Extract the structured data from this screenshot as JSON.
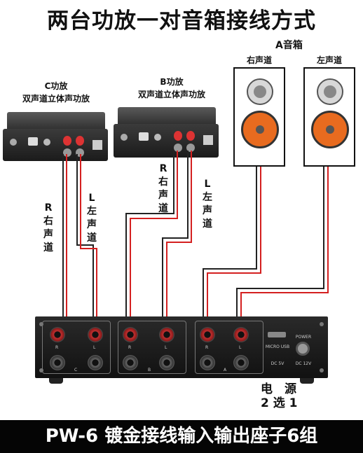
{
  "title": "两台功放一对音箱接线方式",
  "amp_c": {
    "label": "C功放",
    "subtitle": "双声道立体声功放"
  },
  "amp_b": {
    "label": "B功放",
    "subtitle": "双声道立体声功放"
  },
  "speakers": {
    "group_label": "A音箱",
    "right_label": "右声道",
    "left_label": "左声道"
  },
  "wire_labels": {
    "c_right": [
      "R",
      "右",
      "声",
      "道"
    ],
    "c_left": [
      "L",
      "左",
      "声",
      "道"
    ],
    "b_right": [
      "R",
      "右",
      "声",
      "道"
    ],
    "b_left": [
      "L",
      "左",
      "声",
      "道"
    ]
  },
  "switch_box": {
    "power_label": "POWER",
    "dc12": "DC 12V",
    "usb_label": "MICRO USB",
    "dc5": "DC 5V",
    "group_letters": [
      "C",
      "B",
      "A"
    ],
    "channel_letters": [
      "R",
      "L"
    ]
  },
  "power_note": [
    "电　源",
    "2 选 1"
  ],
  "bottom_banner": "PW-6 镀金接线输入输出座子6组",
  "colors": {
    "wire_red": "#d42020",
    "woofer": "#e86b1f"
  }
}
